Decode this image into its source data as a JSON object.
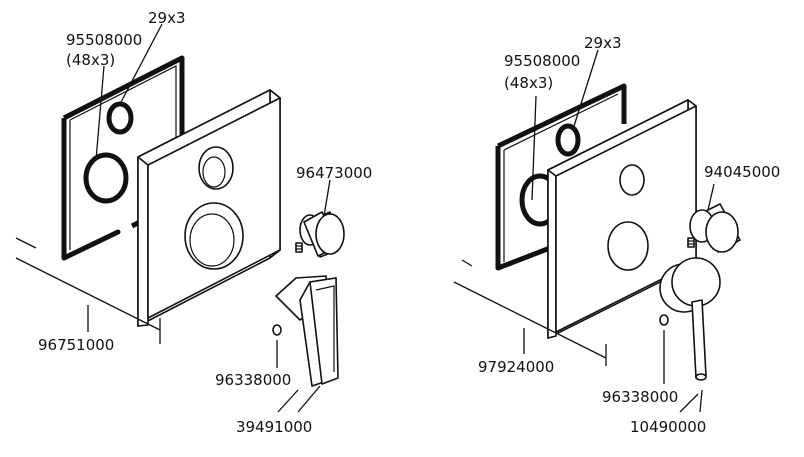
{
  "left_set": {
    "gasket_small_code": "29x3",
    "gasket_code": "95508000",
    "gasket_size": "(48x3)",
    "knob_code": "96473000",
    "trim_set_code": "96751000",
    "set_screw_code": "96338000",
    "handle_code": "39491000"
  },
  "right_set": {
    "gasket_small_code": "29x3",
    "gasket_code": "95508000",
    "gasket_size": "(48x3)",
    "knob_code": "94045000",
    "trim_set_code": "97924000",
    "set_screw_code": "96338000",
    "handle_code": "10490000"
  }
}
